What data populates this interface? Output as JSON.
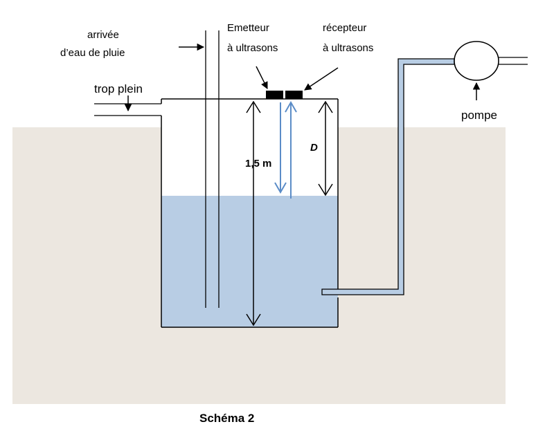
{
  "labels": {
    "arrivee_line1": "arrivée",
    "arrivee_line2": "d’eau de pluie",
    "emetteur_line1": "Emetteur",
    "emetteur_line2": "à ultrasons",
    "recepteur_line1": "récepteur",
    "recepteur_line2": "à ultrasons",
    "trop_plein": "trop plein",
    "pompe": "pompe",
    "height": "1,5 m",
    "distance": "D",
    "caption": "Schéma 2"
  },
  "colors": {
    "ground": "#ece7e0",
    "water": "#b8cde4",
    "pipe": "#b8cde4",
    "ultrasound_arrow": "#5b8cc7",
    "line": "#000000"
  }
}
